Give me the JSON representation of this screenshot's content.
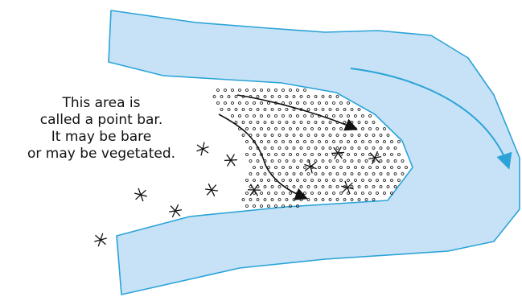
{
  "diagram": {
    "label_lines": [
      "This area is",
      "called a point bar.",
      "It may be bare",
      "or may be vegetated."
    ]
  },
  "colors": {
    "water_fill": "#c7e2f6",
    "water_stroke": "#2aa3d8",
    "ink": "#111111",
    "background": "#ffffff"
  },
  "icons": [
    "plant-star-icon",
    "flow-arrow-icon"
  ]
}
